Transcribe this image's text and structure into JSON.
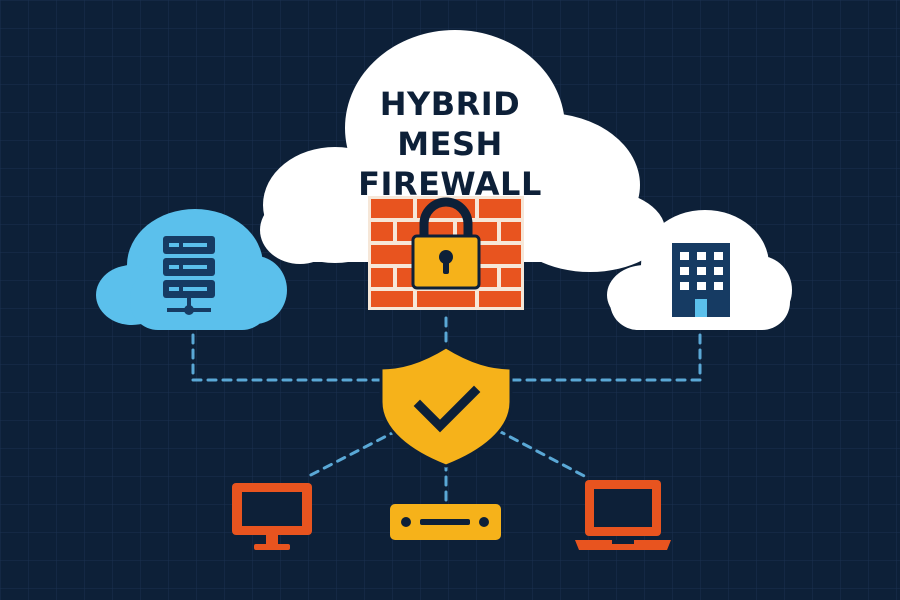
{
  "diagram": {
    "title_lines": [
      "HYBRID",
      "MESH",
      "FIREWALL"
    ],
    "nodes": [
      {
        "id": "main-cloud",
        "icon": "firewall-lock-icon"
      },
      {
        "id": "left-cloud",
        "icon": "server-stack-icon"
      },
      {
        "id": "right-cloud",
        "icon": "office-building-icon"
      },
      {
        "id": "hub",
        "icon": "shield-check-icon"
      },
      {
        "id": "device-desktop",
        "icon": "desktop-monitor-icon"
      },
      {
        "id": "device-router",
        "icon": "router-icon"
      },
      {
        "id": "device-laptop",
        "icon": "laptop-icon"
      }
    ],
    "connections": [
      {
        "from": "main-cloud",
        "to": "hub",
        "style": "dashed"
      },
      {
        "from": "left-cloud",
        "to": "hub",
        "style": "dashed"
      },
      {
        "from": "right-cloud",
        "to": "hub",
        "style": "dashed"
      },
      {
        "from": "hub",
        "to": "device-desktop",
        "style": "dashed"
      },
      {
        "from": "hub",
        "to": "device-router",
        "style": "dashed"
      },
      {
        "from": "hub",
        "to": "device-laptop",
        "style": "dashed"
      }
    ]
  },
  "colors": {
    "background": "#0d2038",
    "grid": "#1a3150",
    "cloud_white": "#ffffff",
    "cloud_blue": "#5bc0ec",
    "brick": "#e8541f",
    "mortar": "#f6e7d8",
    "lock_gold": "#f6b21a",
    "navy": "#163b63",
    "connector": "#5aa8d6",
    "device_orange": "#e8541f"
  }
}
